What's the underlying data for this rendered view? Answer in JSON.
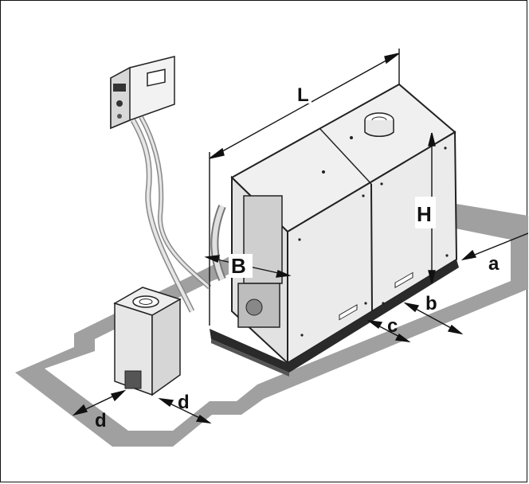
{
  "labels": {
    "length": "L",
    "height": "H",
    "width": "B",
    "clearance_side": "a",
    "clearance_rear": "b",
    "clearance_gap": "c",
    "clearance_hopper_left": "d",
    "clearance_hopper_right": "d"
  },
  "colors": {
    "floor_zone": "#a0a0a0",
    "panel": "#eeeeee",
    "frame": "#2a2a2a",
    "background": "#ffffff"
  },
  "icons": [
    "control-panel-icon",
    "boiler-icon",
    "fuel-hopper-icon",
    "flue-outlet-icon"
  ]
}
